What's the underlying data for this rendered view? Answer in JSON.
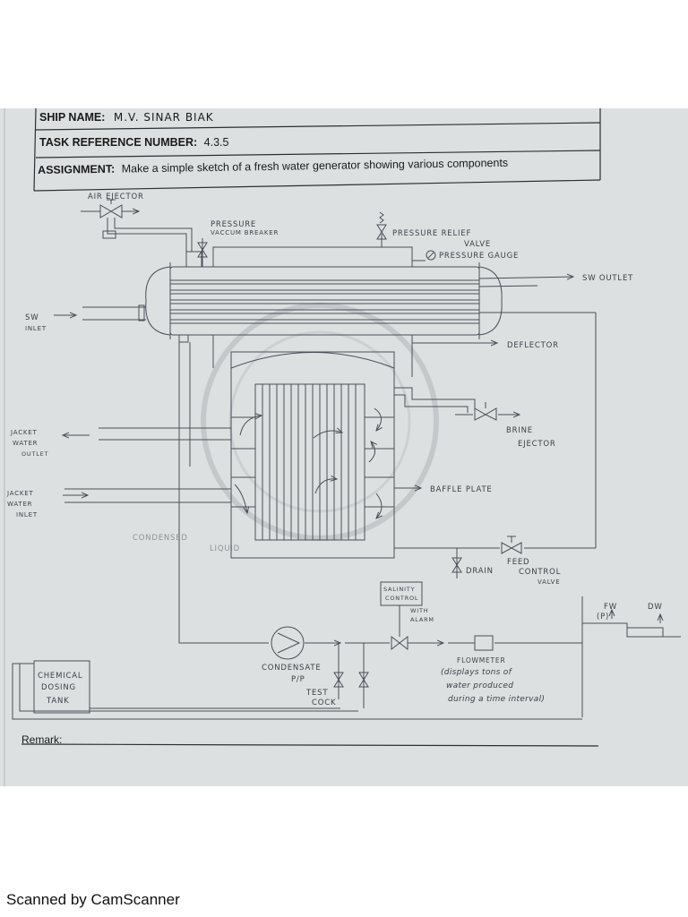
{
  "form": {
    "ship_name_label": "SHIP NAME:",
    "ship_name_value": "M.V.   SINAR   BIAK",
    "task_ref_label": "TASK REFERENCE NUMBER:",
    "task_ref_value": "4.3.5",
    "assignment_label": "ASSIGNMENT:",
    "assignment_value": "Make a simple sketch of a fresh water generator showing various components",
    "remark_label": "Remark:"
  },
  "diagram_labels": {
    "air_ejector": "AIR EJECTOR",
    "pressure": "PRESSURE",
    "vaccum_breaker": "VACCUM BREAKER",
    "pressure_relief": "PRESSURE RELIEF",
    "valve": "VALVE",
    "pressure_gauge": "PRESSURE GAUGE",
    "sw_outlet": "SW OUTLET",
    "sw": "SW",
    "inlet": "INLET",
    "deflector": "DEFLECTOR",
    "brine": "BRINE",
    "ejector": "EJECTOR",
    "jacket": "JACKET",
    "water": "WATER",
    "outlet": "OUTLET",
    "baffle_plate": "BAFFLE PLATE",
    "condensed": "CONDENSED",
    "liquid": "LIQUID",
    "drain": "DRAIN",
    "feed": "FEED",
    "control": "CONTROL",
    "salinity": "SALINITY",
    "with": "WITH",
    "alarm": "ALARM",
    "fw": "FW",
    "fw_p": "(P)",
    "dw": "DW",
    "chemical": "CHEMICAL",
    "dosing": "DOSING",
    "tank": "TANK",
    "condensate": "CONDENSATE",
    "pp": "P/P",
    "test": "TEST",
    "cock": "COCK",
    "flowmeter": "FLOWMETER",
    "flow_note_1": "(displays tons of",
    "flow_note_2": "water produced",
    "flow_note_3": "during a time interval)"
  },
  "footer": {
    "text": "Scanned by CamScanner"
  }
}
